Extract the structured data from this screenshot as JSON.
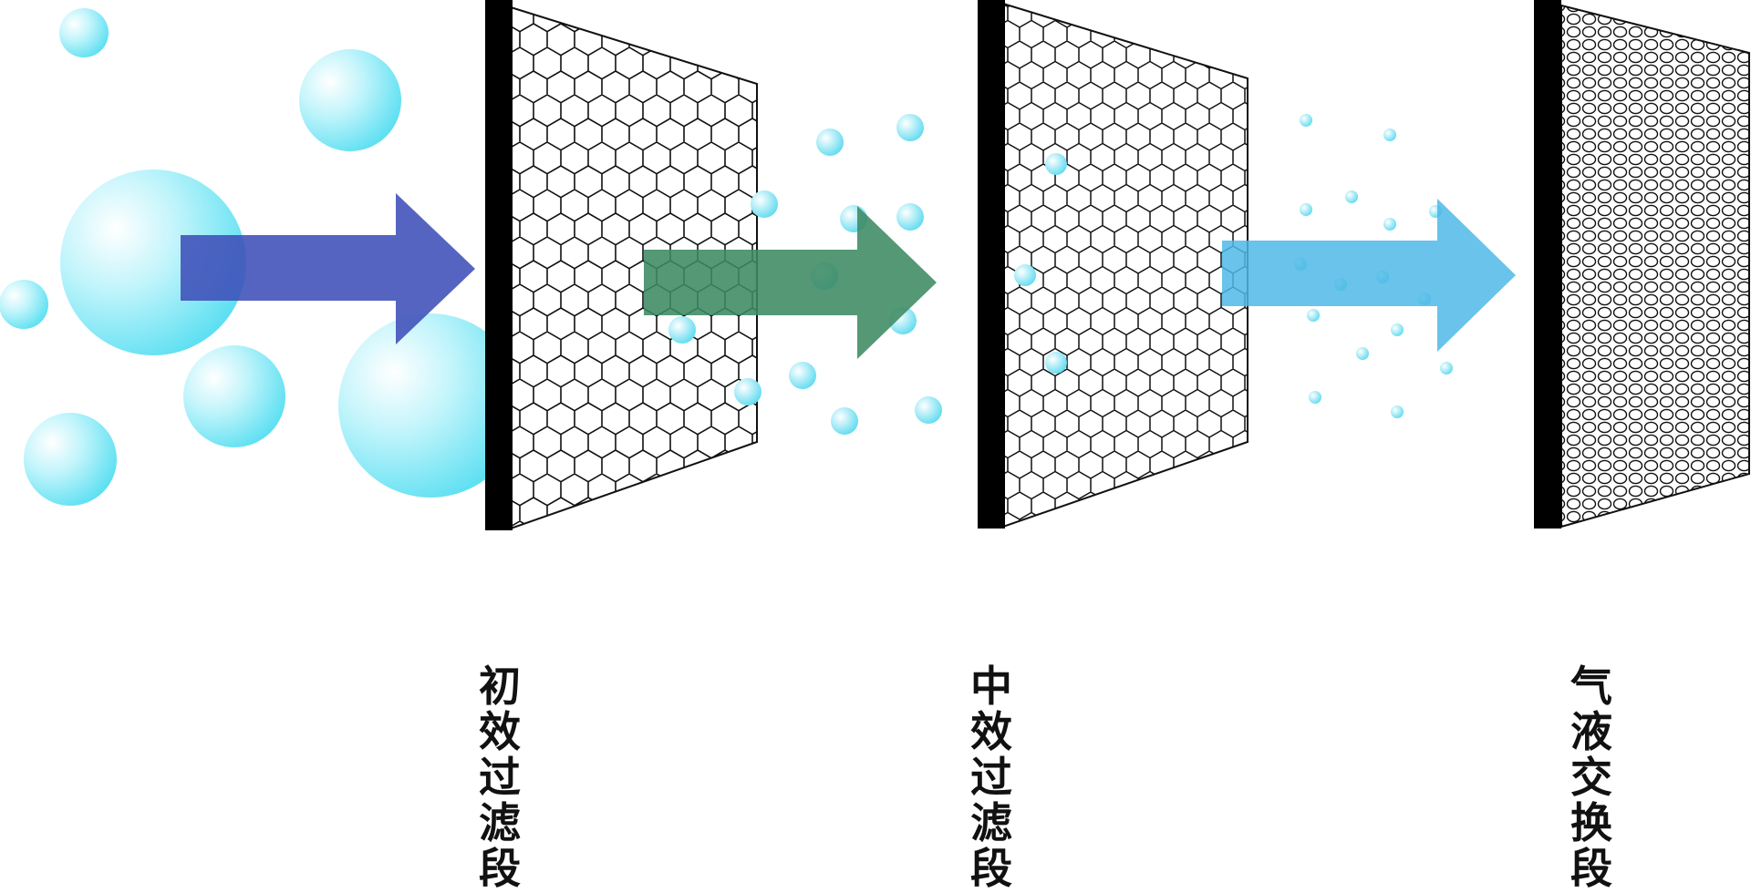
{
  "stages": [
    {
      "label": "初效过滤段",
      "filter": "hex-coarse",
      "arrow_color": "#3f4fb8"
    },
    {
      "label": "中效过滤段",
      "filter": "hex-medium",
      "arrow_color": "#3c8a63"
    },
    {
      "label": "气液交换段",
      "filter": "dense-cells",
      "arrow_color": "#4fb8e6"
    }
  ],
  "colors": {
    "particle": "#7fe6f5",
    "panel_edge": "#000000",
    "mesh_stroke": "#111111"
  }
}
